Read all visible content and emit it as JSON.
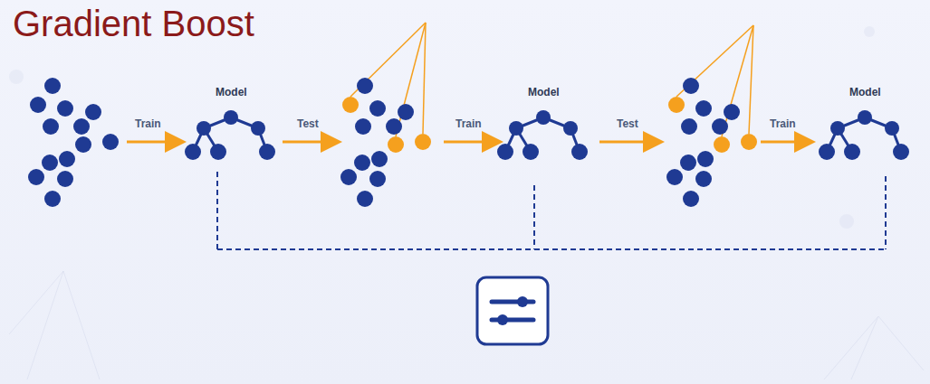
{
  "diagram": {
    "title": "Gradient Boost",
    "labels": [
      "Train",
      "Model",
      "Test",
      "Train",
      "Model",
      "Test",
      "Train",
      "Model"
    ]
  }
}
